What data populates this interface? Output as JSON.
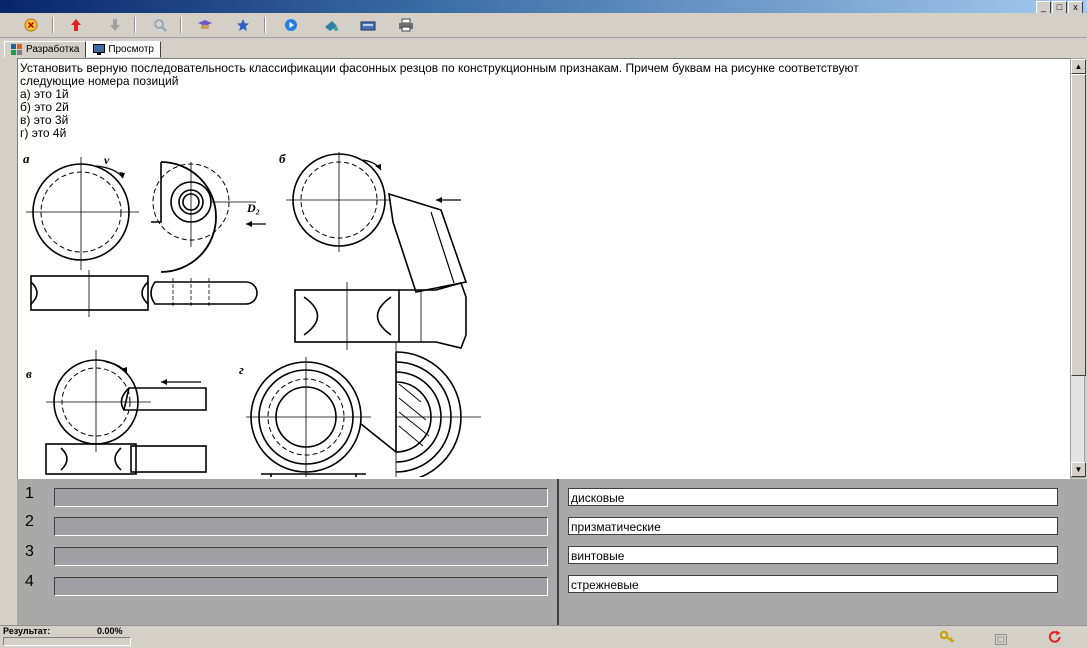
{
  "window": {
    "min_label": "_",
    "max_label": "□",
    "close_label": "x"
  },
  "toolbar": {
    "icons": [
      "close-circle-icon",
      "arrow-up-icon",
      "arrow-down-icon",
      "search-icon",
      "cap-icon",
      "star-icon",
      "play-icon",
      "paint-icon",
      "keyboard-icon",
      "printer-icon"
    ]
  },
  "tabs": [
    {
      "label": "Разработка"
    },
    {
      "label": "Просмотр"
    }
  ],
  "question": {
    "line1": "Установить верную последовательность классификации фасонных резцов по конструкционным признакам. Причем буквам на рисунке соответствуют",
    "line2": "следующие номера позиций",
    "items": [
      "а) это 1й",
      "б) это 2й",
      "в) это 3й",
      "г) это 4й"
    ]
  },
  "figure": {
    "labels": [
      "а",
      "б",
      "в",
      "г"
    ],
    "annotations": [
      "v",
      "D₂"
    ]
  },
  "answers": {
    "numbers": [
      "1",
      "2",
      "3",
      "4"
    ],
    "options": [
      "дисковые",
      "призматические",
      "винтовые",
      "стрежневые"
    ]
  },
  "status": {
    "result_label": "Результат:",
    "result_value": "0.00%",
    "progress": 0
  },
  "colors": {
    "accent_red": "#e02020",
    "key_yellow": "#d4b000"
  }
}
